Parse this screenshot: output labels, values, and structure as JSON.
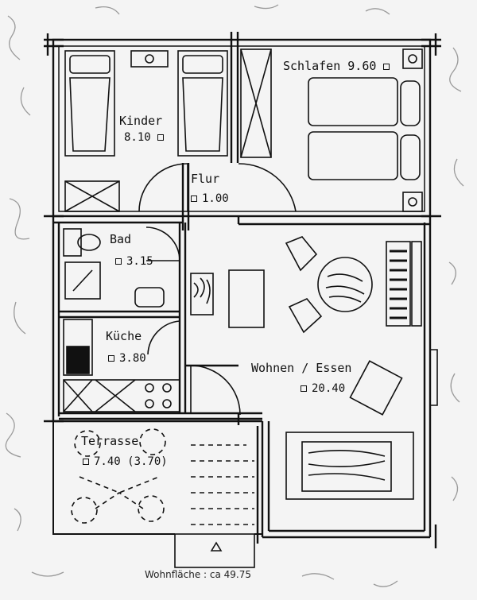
{
  "rooms": {
    "kinder": {
      "name": "Kinder",
      "area": "8.10"
    },
    "schlafen": {
      "name": "Schlafen",
      "area": "9.60"
    },
    "flur": {
      "name": "Flur",
      "area": "1.00"
    },
    "bad": {
      "name": "Bad",
      "area": "3.15"
    },
    "kueche": {
      "name": "Küche",
      "area": "3.80"
    },
    "wohnen": {
      "name": "Wohnen / Essen",
      "area": "20.40"
    },
    "terrasse": {
      "name": "Terrasse",
      "area": "7.40 (3.70)"
    }
  },
  "footer": {
    "text": "Wohnfläche : ca 49.75"
  },
  "colors": {
    "ink": "#111111",
    "paper": "#f4f4f4",
    "texture": "#9a9a9a"
  }
}
